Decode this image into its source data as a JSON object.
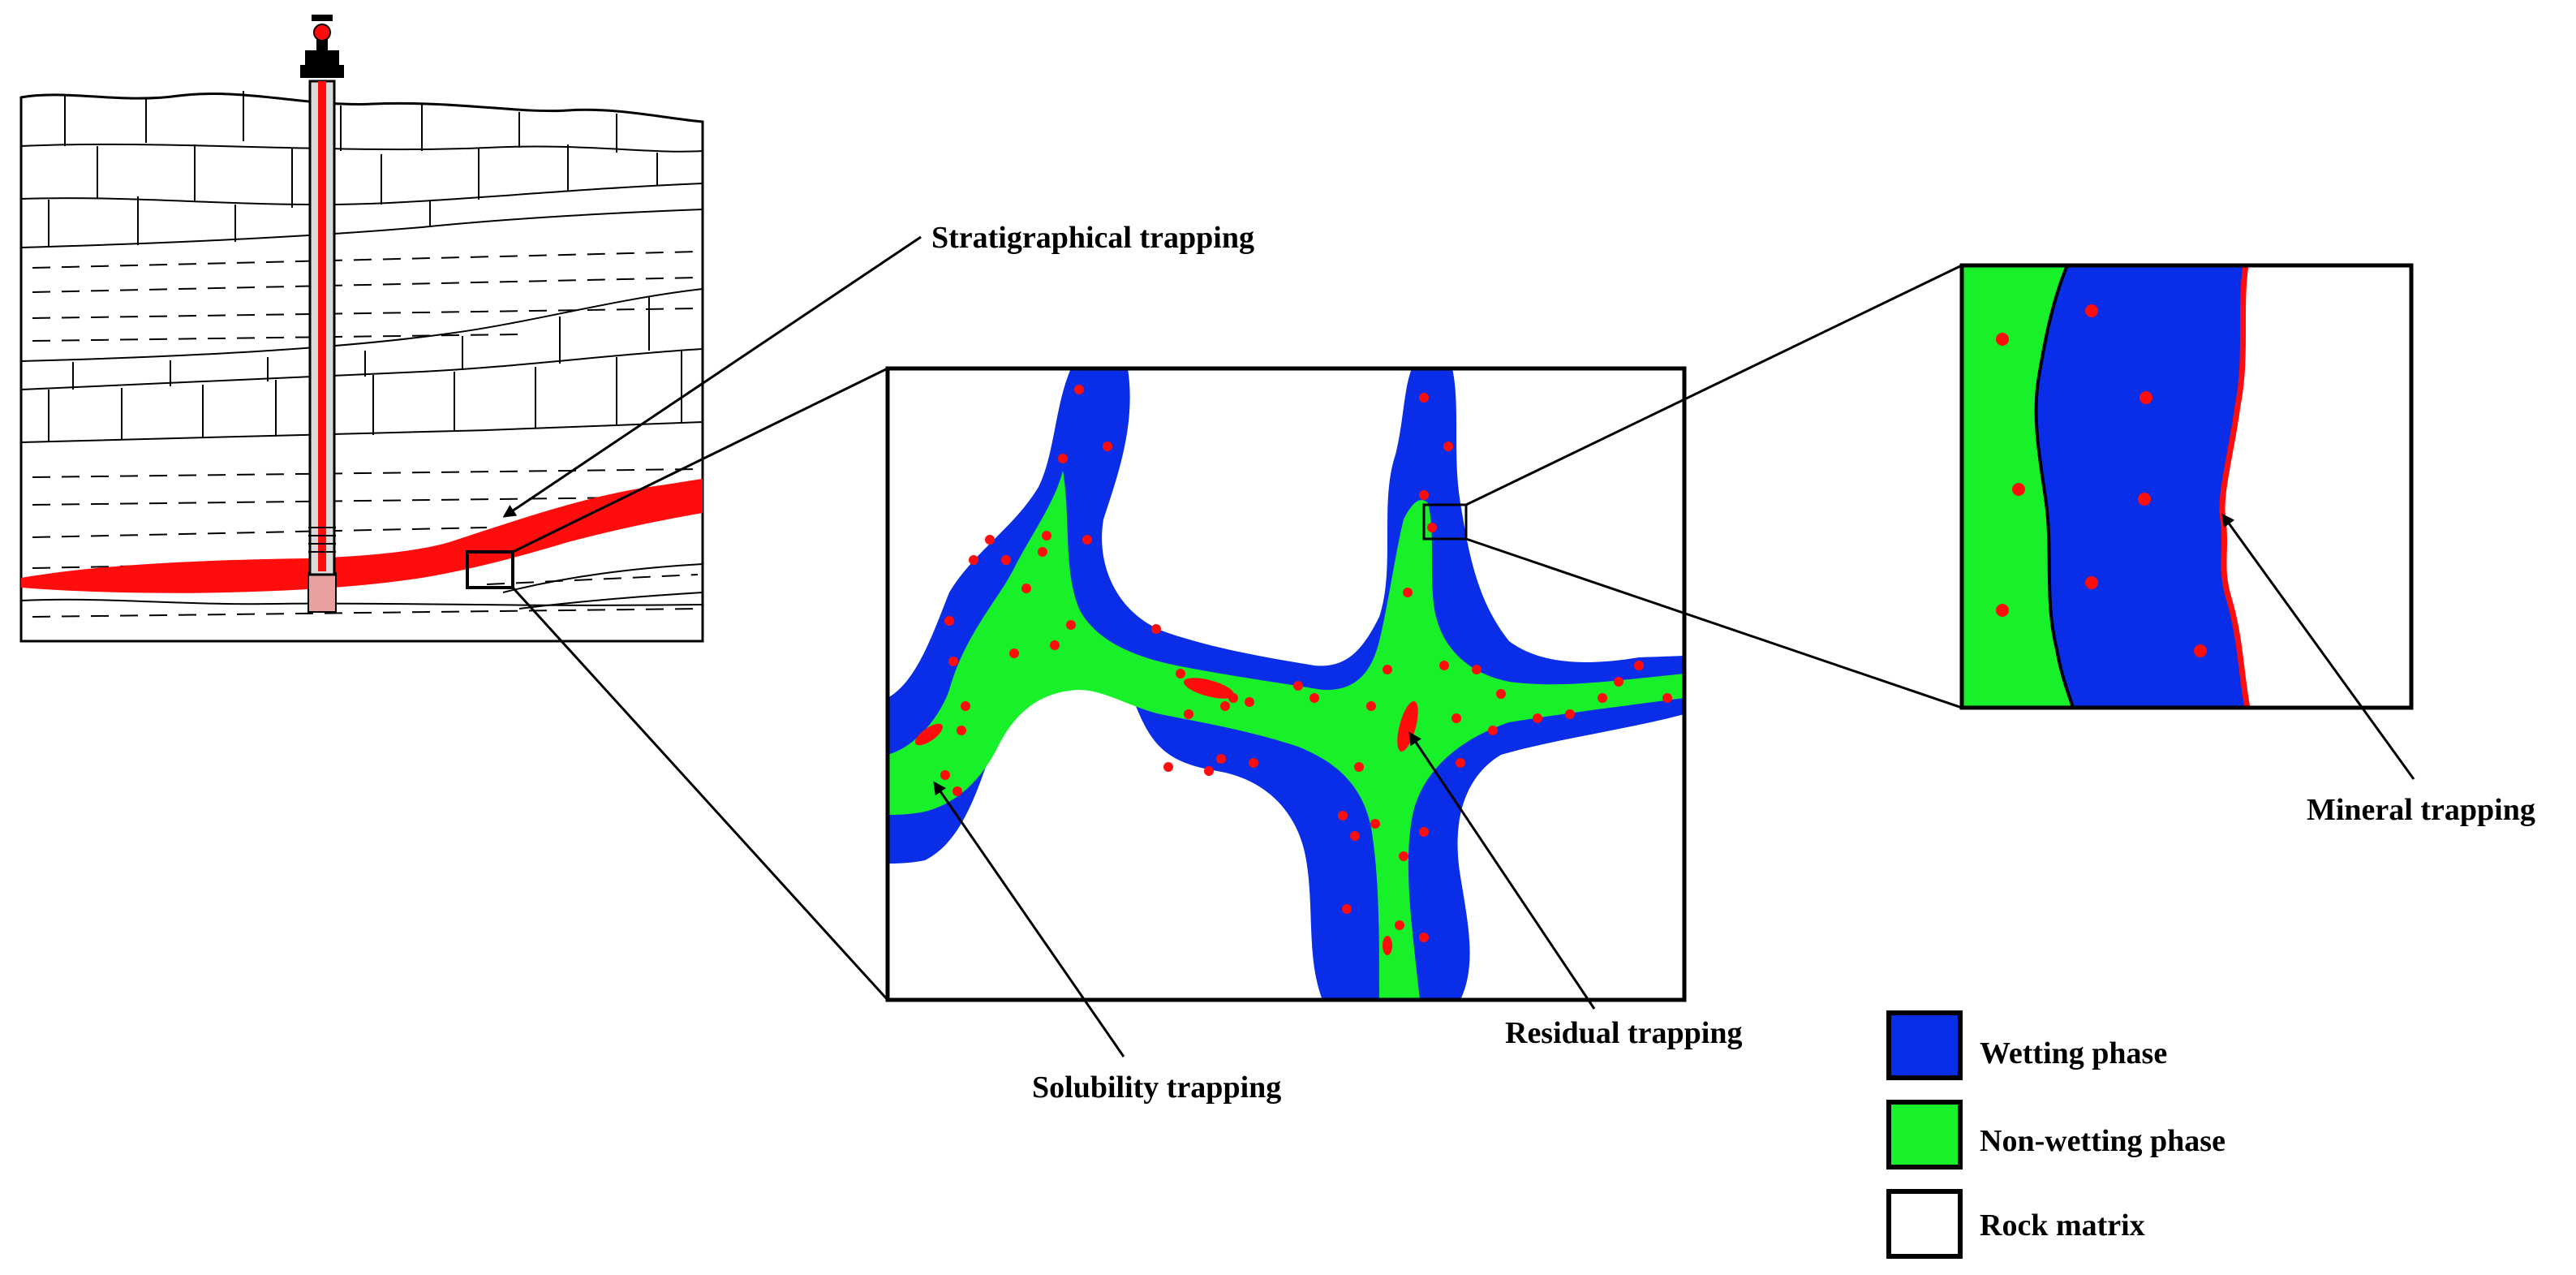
{
  "labels": {
    "stratigraphical": "Stratigraphical trapping",
    "solubility": "Solubility trapping",
    "residual": "Residual trapping",
    "mineral": "Mineral trapping"
  },
  "legend": [
    {
      "label": "Wetting phase",
      "color": "#0a2ee8"
    },
    {
      "label": "Non-wetting phase",
      "color": "#18f02a"
    },
    {
      "label": "Rock matrix",
      "color": "#ffffff"
    }
  ],
  "colors": {
    "co2": "#ff0d0d",
    "wetting": "#0a2ee8",
    "nonwetting": "#18f02a",
    "rock": "#ffffff",
    "casing": "#d9d9d9",
    "perforation_zone": "#e8a0a0"
  }
}
